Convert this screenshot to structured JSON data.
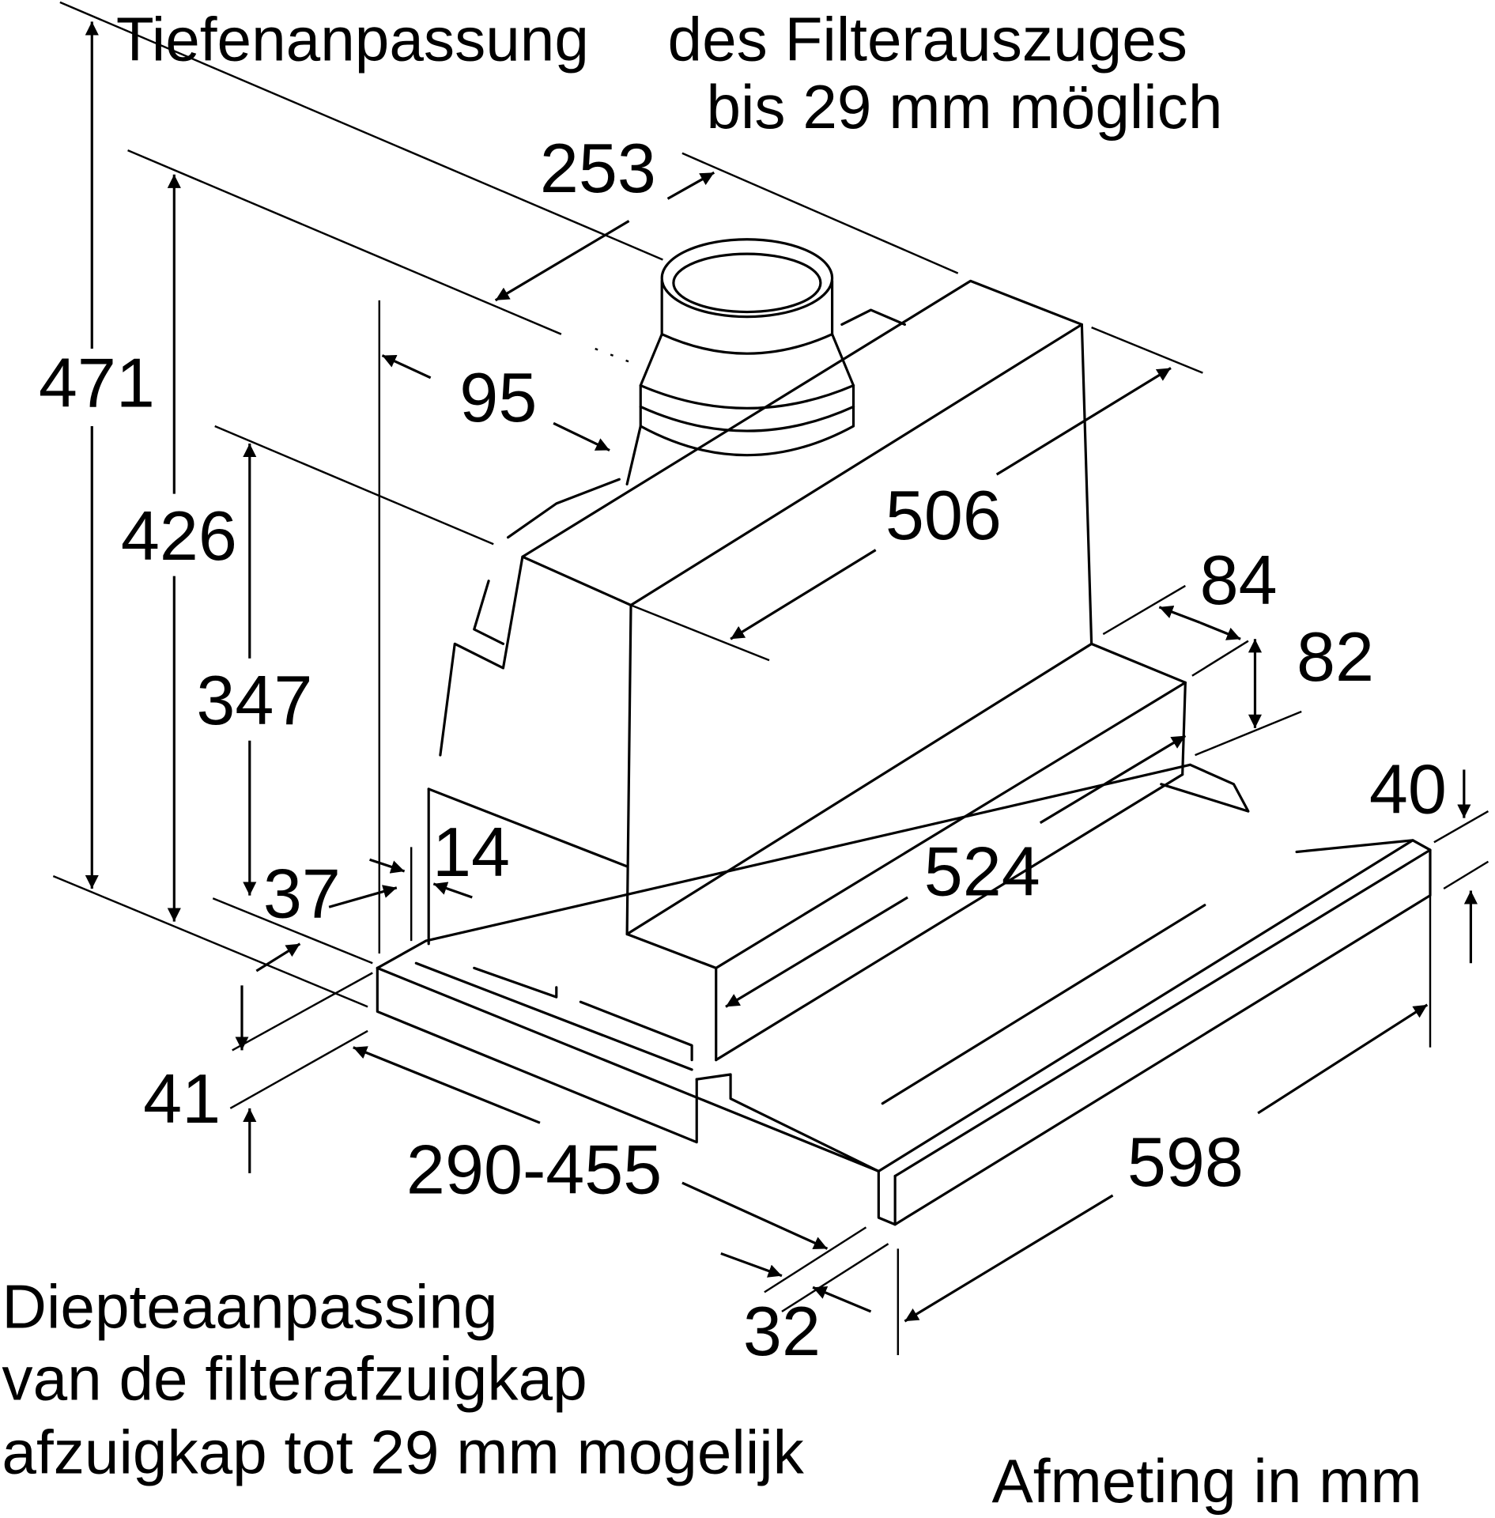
{
  "title": "Filter hood dimension drawing",
  "dimensions": {
    "d253": "253",
    "d95": "95",
    "d471": "471",
    "d426": "426",
    "d347": "347",
    "d506": "506",
    "d84": "84",
    "d82": "82",
    "d40": "40",
    "d524": "524",
    "d14": "14",
    "d37": "37",
    "d41": "41",
    "d290_455": "290-455",
    "d598": "598",
    "d32": "32"
  },
  "notes": {
    "german": [
      "Tiefenanpassung",
      "des Filterauszuges",
      "bis 29 mm möglich"
    ],
    "dutch": [
      "Diepteaanpassing",
      "van de filterafzuigkap",
      "afzuigkap tot 29 mm mogelijk"
    ],
    "units": "Afmeting in mm"
  },
  "colors": {
    "line": "#000000",
    "background": "#ffffff"
  }
}
